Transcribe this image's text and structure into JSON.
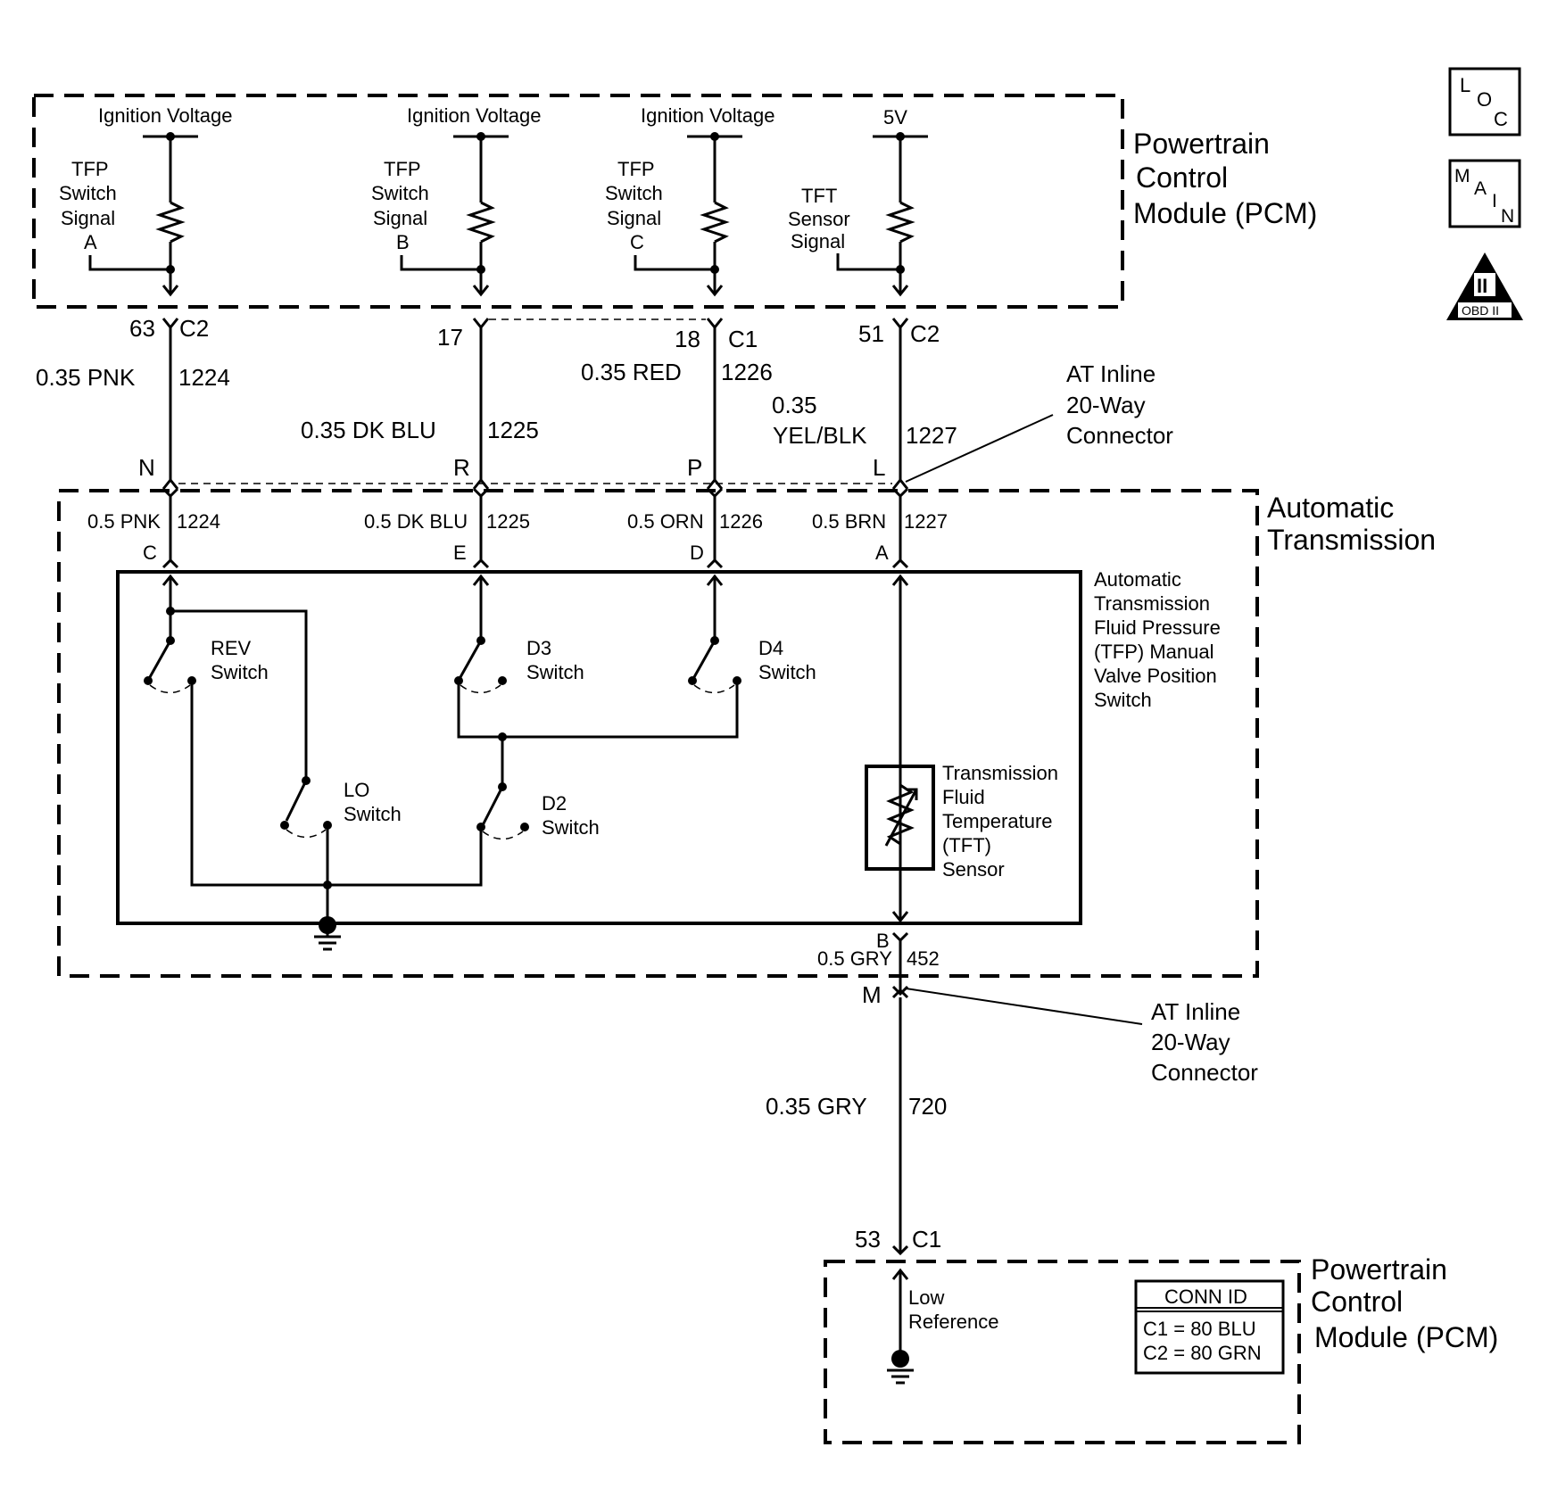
{
  "pcm_top": {
    "title": [
      "Powertrain",
      "Control",
      "Module (PCM)"
    ],
    "circuits": [
      {
        "supply": "Ignition Voltage",
        "signal": [
          "TFP",
          "Switch",
          "Signal",
          "A"
        ]
      },
      {
        "supply": "Ignition Voltage",
        "signal": [
          "TFP",
          "Switch",
          "Signal",
          "B"
        ]
      },
      {
        "supply": "Ignition Voltage",
        "signal": [
          "TFP",
          "Switch",
          "Signal",
          "C"
        ]
      },
      {
        "supply": "5V",
        "signal": [
          "TFT",
          "Sensor",
          "Signal"
        ]
      }
    ]
  },
  "pcm_pins": [
    {
      "pin": "63",
      "conn": "C2"
    },
    {
      "pin": "17",
      "conn": ""
    },
    {
      "pin": "18",
      "conn": "C1"
    },
    {
      "pin": "51",
      "conn": "C2"
    }
  ],
  "wires_upper": [
    {
      "gauge_color": "0.35 PNK",
      "circuit": "1224"
    },
    {
      "gauge_color": "0.35 DK BLU",
      "circuit": "1225"
    },
    {
      "gauge_color": "0.35 RED",
      "circuit": "1226"
    },
    {
      "gauge_color": [
        "0.35",
        "YEL/BLK"
      ],
      "circuit": "1227"
    }
  ],
  "inline_pins": [
    "N",
    "R",
    "P",
    "L"
  ],
  "inline_connector_label": [
    "AT Inline",
    "20-Way",
    "Connector"
  ],
  "trans": {
    "title": [
      "Automatic",
      "Transmission"
    ],
    "wires": [
      {
        "gauge_color": "0.5 PNK",
        "circuit": "1224",
        "pin": "C"
      },
      {
        "gauge_color": "0.5 DK BLU",
        "circuit": "1225",
        "pin": "E"
      },
      {
        "gauge_color": "0.5 ORN",
        "circuit": "1226",
        "pin": "D"
      },
      {
        "gauge_color": "0.5 BRN",
        "circuit": "1227",
        "pin": "A"
      }
    ],
    "component_label": [
      "Automatic",
      "Transmission",
      "Fluid Pressure",
      "(TFP) Manual",
      "Valve Position",
      "Switch"
    ],
    "switches": {
      "rev": [
        "REV",
        "Switch"
      ],
      "d3": [
        "D3",
        "Switch"
      ],
      "d4": [
        "D4",
        "Switch"
      ],
      "lo": [
        "LO",
        "Switch"
      ],
      "d2": [
        "D2",
        "Switch"
      ]
    },
    "tft_label": [
      "Transmission",
      "Fluid",
      "Temperature",
      "(TFT)",
      "Sensor"
    ],
    "bottom_pin": "B",
    "bottom_wire": {
      "gauge_color": "0.5 GRY",
      "circuit": "452"
    }
  },
  "inline_bottom": {
    "pin": "M",
    "label": [
      "AT Inline",
      "20-Way",
      "Connector"
    ]
  },
  "lower_wire": {
    "gauge_color": "0.35 GRY",
    "circuit": "720"
  },
  "pcm_bottom": {
    "pin": "53",
    "conn": "C1",
    "title": [
      "Powertrain",
      "Control",
      "Module (PCM)"
    ],
    "low_ref": [
      "Low",
      "Reference"
    ],
    "conn_id": {
      "header": "CONN ID",
      "rows": [
        "C1 = 80 BLU",
        "C2 = 80 GRN"
      ]
    }
  },
  "icons": {
    "loc": {
      "big": "L",
      "small1": "O",
      "small2": "C"
    },
    "main": [
      "M",
      "A",
      "I",
      "N"
    ],
    "obd": {
      "numeral": "II",
      "label": "OBD II"
    }
  }
}
